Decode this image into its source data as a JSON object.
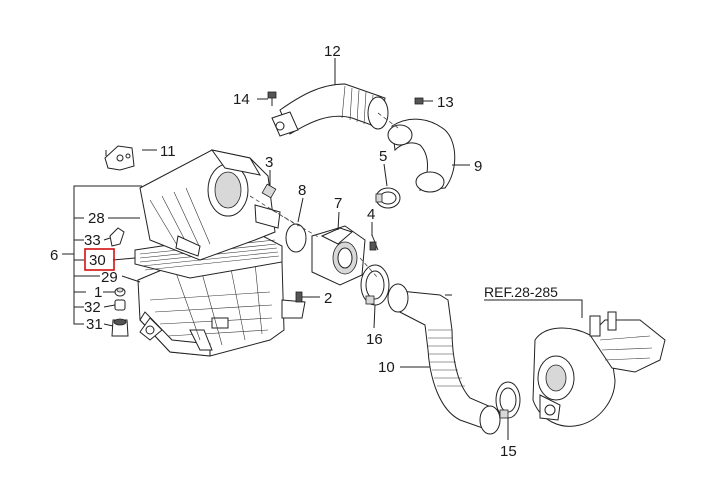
{
  "diagram": {
    "callouts": {
      "c1": "1",
      "c2": "2",
      "c3": "3",
      "c4": "4",
      "c5": "5",
      "c6": "6",
      "c7": "7",
      "c8": "8",
      "c9": "9",
      "c10": "10",
      "c11": "11",
      "c12": "12",
      "c13": "13",
      "c14": "14",
      "c15": "15",
      "c16": "16",
      "c28": "28",
      "c29": "29",
      "c30": "30",
      "c31": "31",
      "c32": "32",
      "c33": "33"
    },
    "reference_label": "REF.28-285",
    "highlighted_callout": "30",
    "highlight_color": "#d01010"
  }
}
